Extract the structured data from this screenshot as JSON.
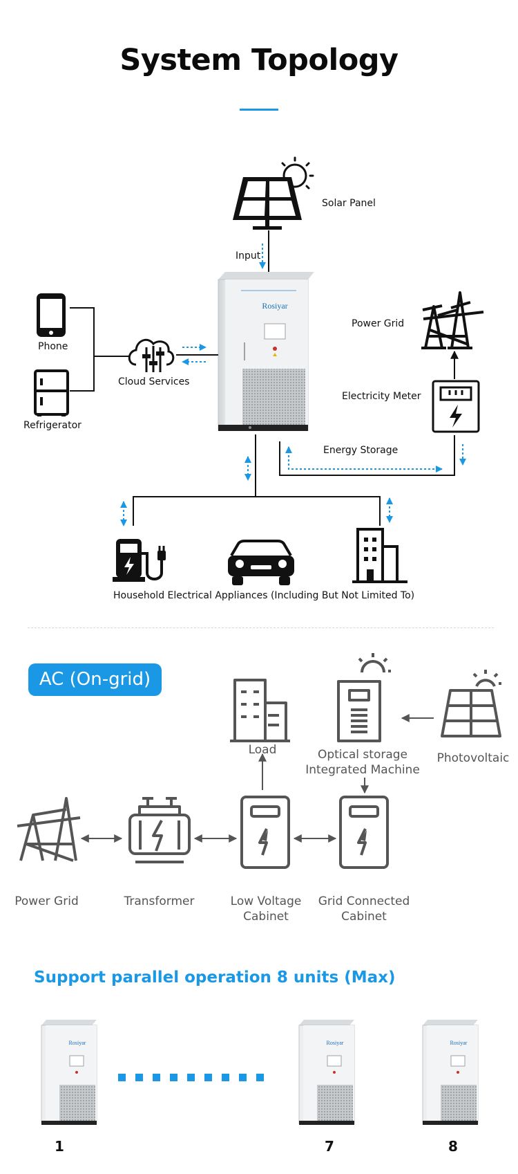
{
  "title": "System Topology",
  "topology": {
    "solar_panel": "Solar Panel",
    "input": "Input",
    "phone": "Phone",
    "refrigerator": "Refrigerator",
    "cloud_services": "Cloud Services",
    "power_grid": "Power Grid",
    "electricity_meter": "Electricity Meter",
    "energy_storage": "Energy Storage",
    "household": "Household Electrical Appliances (Including But Not Limited To)",
    "cabinet_brand": "Rosiyar"
  },
  "ac": {
    "badge": "AC (On-grid)",
    "load": "Load",
    "optical_l1": "Optical storage",
    "optical_l2": "Integrated Machine",
    "photovoltaic": "Photovoltaic",
    "power_grid": "Power Grid",
    "transformer": "Transformer",
    "lv_l1": "Low Voltage",
    "lv_l2": "Cabinet",
    "gc_l1": "Grid Connected",
    "gc_l2": "Cabinet"
  },
  "parallel": {
    "title": "Support parallel operation 8 units (Max)",
    "unit_1": "1",
    "unit_7": "7",
    "unit_8": "8"
  },
  "colors": {
    "accent": "#1a98e6",
    "icon_dark": "#111111",
    "icon_gray": "#555555"
  }
}
